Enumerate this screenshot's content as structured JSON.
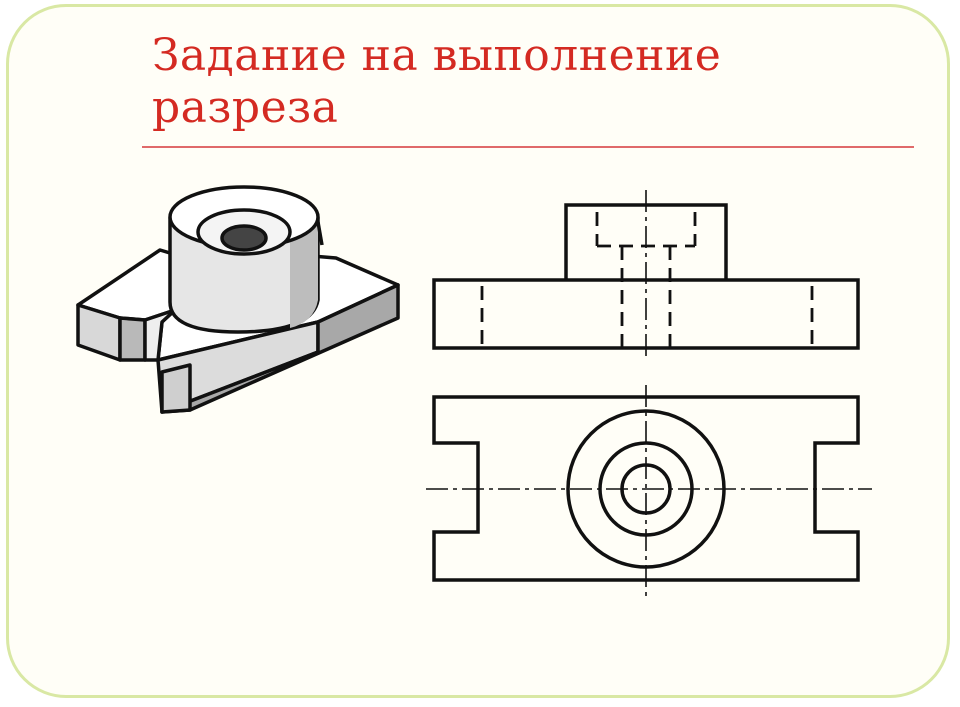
{
  "slide": {
    "title_line1": "Задание на выполнение",
    "title_line2": "разреза"
  },
  "colors": {
    "title": "#d42a22",
    "rule": "#e06a6a",
    "frame_border": "#d9e8a4",
    "ink": "#111111"
  },
  "drawing": {
    "views": [
      "isometric",
      "front-view",
      "top-view"
    ]
  }
}
